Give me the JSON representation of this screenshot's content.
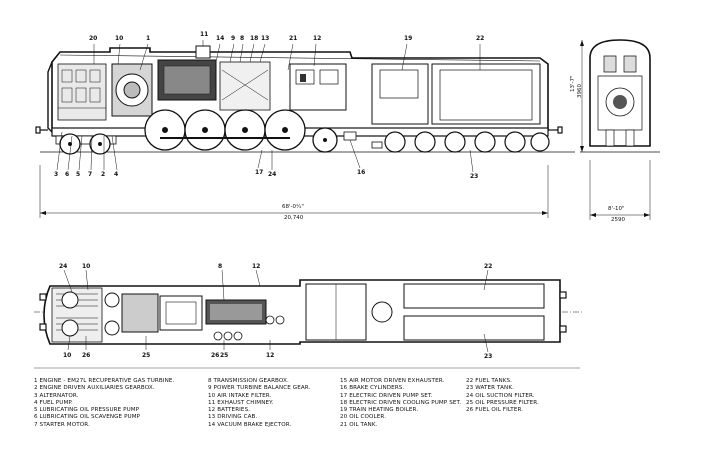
{
  "side_view_labels": [
    "20",
    "10",
    "1",
    "11",
    "14",
    "9",
    "8",
    "18",
    "13",
    "21",
    "12",
    "19",
    "22",
    "3",
    "6",
    "5",
    "7",
    "2",
    "4",
    "17",
    "24",
    "16",
    "23"
  ],
  "end_view_labels": {
    "height_ft": "13'-7\"",
    "height_mm": "3960",
    "width_ft": "8'-10\"",
    "width_mm": "2590"
  },
  "length_dim": {
    "ft": "68'-0¼\"",
    "mm": "20,740"
  },
  "plan_view_labels": [
    "24",
    "10",
    "8",
    "12",
    "22",
    "10",
    "26",
    "25",
    "26",
    "25",
    "12",
    "23"
  ],
  "legend": {
    "col1": [
      "1  ENGINE - EM27L RECUPERATIVE GAS TURBINE.",
      "2  ENGINE DRIVEN AUXILIARIES GEARBOX.",
      "3  ALTERNATOR.",
      "4  FUEL PUMP.",
      "5  LUBRICATING OIL PRESSURE PUMP",
      "6  LUBRICATING OIL SCAVENGE PUMP",
      "7  STARTER MOTOR."
    ],
    "col2": [
      "8  TRANSMISSION GEARBOX.",
      "9  POWER TURBINE BALANCE GEAR.",
      "10  AIR INTAKE FILTER.",
      "11  EXHAUST CHIMNEY.",
      "12  BATTERIES.",
      "13  DRIVING CAB.",
      "14  VACUUM BRAKE EJECTOR."
    ],
    "col3": [
      "15  AIR MOTOR DRIVEN EXHAUSTER.",
      "16  BRAKE CYLINDERS.",
      "17  ELECTRIC DRIVEN PUMP SET.",
      "18  ELECTRIC DRIVEN COOLING PUMP SET.",
      "19  TRAIN HEATING BOILER.",
      "20  OIL COOLER.",
      "21  OIL TANK."
    ],
    "col4": [
      "22  FUEL TANKS.",
      "23  WATER TANK.",
      "24  OIL SUCTION FILTER.",
      "25  OIL PRESSURE FILTER.",
      "26  FUEL OIL FILTER."
    ]
  }
}
